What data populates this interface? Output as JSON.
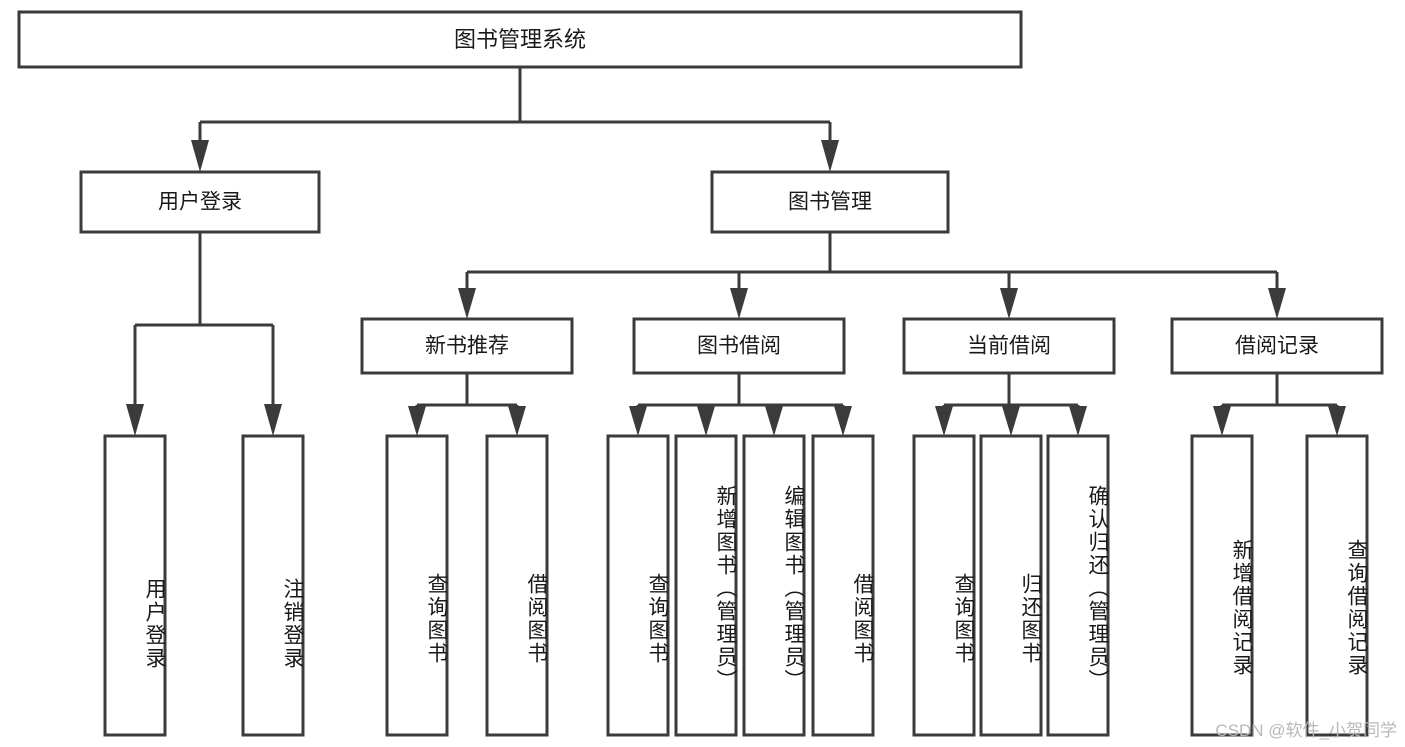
{
  "diagram": {
    "title": "图书管理系统",
    "type": "tree-hierarchy",
    "watermark": "CSDN @软件_小贺同学",
    "root": {
      "label": "图书管理系统"
    },
    "level2": [
      {
        "label": "用户登录"
      },
      {
        "label": "图书管理"
      }
    ],
    "level3": [
      {
        "label": "新书推荐"
      },
      {
        "label": "图书借阅"
      },
      {
        "label": "当前借阅"
      },
      {
        "label": "借阅记录"
      }
    ],
    "leaves": {
      "user_login": [
        {
          "label": "用户登录"
        },
        {
          "label": "注销登录"
        }
      ],
      "new_book_recommend": [
        {
          "label": "查询图书"
        },
        {
          "label": "借阅图书"
        }
      ],
      "book_borrow": [
        {
          "label": "查询图书"
        },
        {
          "label": "新增图书（管理员）"
        },
        {
          "label": "编辑图书（管理员）"
        },
        {
          "label": "借阅图书"
        }
      ],
      "current_borrow": [
        {
          "label": "查询图书"
        },
        {
          "label": "归还图书"
        },
        {
          "label": "确认归还（管理员）"
        }
      ],
      "borrow_record": [
        {
          "label": "新增借阅记录"
        },
        {
          "label": "查询借阅记录"
        }
      ]
    },
    "colors": {
      "stroke": "#3b3b3b",
      "fill": "#ffffff",
      "text": "#1a1a1a",
      "watermark": "#b9b9b9"
    }
  }
}
